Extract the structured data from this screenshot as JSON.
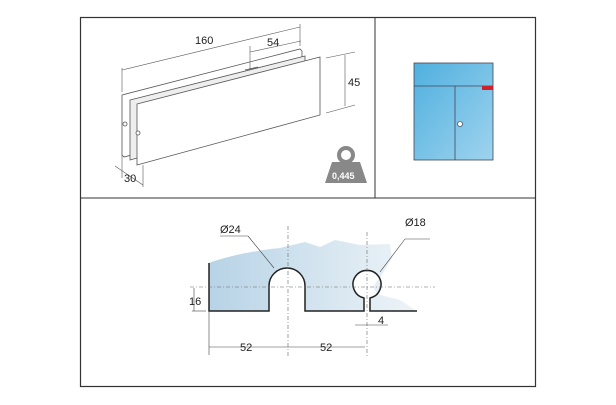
{
  "product_view": {
    "dim_length": "160",
    "dim_offset": "54",
    "dim_height": "45",
    "dim_depth": "30",
    "weight": "0,445"
  },
  "door_icon": {
    "glass_color": "#5cb8e0",
    "marker_color": "#d0202a"
  },
  "cutout": {
    "dim_large_hole": "Ø24",
    "dim_small_hole": "Ø18",
    "dim_depth": "16",
    "dim_slot": "4",
    "dim_spacing_1": "52",
    "dim_spacing_2": "52"
  }
}
